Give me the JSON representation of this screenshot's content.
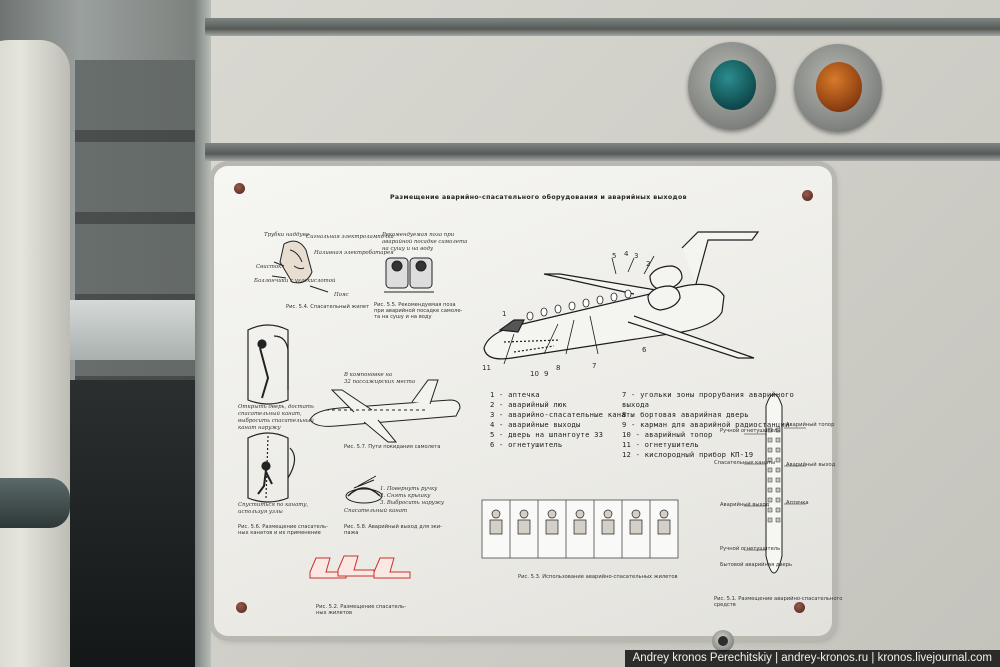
{
  "placard": {
    "title": "Размещение аварийно-спасательного оборудования и аварийных выходов",
    "legend_left": [
      "1 - аптечка",
      "2 - аварийный люк",
      "3 - аварийно-спасательные канаты",
      "4 - аварийные выходы",
      "5 - дверь на шпангоуте 33",
      "6 - огнетушитель"
    ],
    "legend_right": [
      "7 - угольки зоны прорубания аварийного",
      "      выхода",
      "8 - бортовая аварийная дверь",
      "9 - карман для аварийной радиостанции",
      "10 - аварийный топор",
      "11 - огнетушитель",
      "12 - кислородный прибор КП-19"
    ],
    "captions": {
      "fig54": "Рис. 5.4. Спасательный жилет",
      "fig55": [
        "Рис. 5.5. Рекомендуемая поза",
        "при аварийной посадке самоле-",
        "та на сушу и на воду"
      ],
      "fig56": [
        "Рис. 5.6. Размещение спасатель-",
        "ных канатов и их применение"
      ],
      "fig57": "Рис. 5.7. Пути покидания самолета",
      "fig58": [
        "Рис. 5.8. Аварийный выход для эки-",
        "пажа"
      ],
      "fig52": [
        "Рис. 5.2. Размещение спасатель-",
        "ных жилетов"
      ],
      "fig53": "Рис. 5.3. Использование аварийно-спасательных жилетов",
      "fig51": [
        "Рис. 5.1. Размещение аварийно-спасательного",
        "средств"
      ]
    },
    "notes": {
      "vest_tubes": "Трубки наддува",
      "vest_signal": "Сигнальная электролампочка",
      "vest_battery": "Наливная электробатарея",
      "vest_whistle": "Свисток",
      "vest_cylinders": "Баллончики с углекислотой",
      "vest_belts": "Пояс",
      "pose": [
        "Рекомендуемая поза при",
        "аварийной посадке самолета",
        "на сушу и на воду"
      ],
      "layout": [
        "В компоновке на",
        "32 пассажирских места"
      ],
      "door_steps": [
        "Открыть дверь, достать",
        "спасательный канат,",
        "выбросить спасательный",
        "канат наружу"
      ],
      "rope_steps": [
        "Спуститься по канату,",
        "используя узлы"
      ],
      "hatch_steps": [
        "1. Повернуть ручку",
        "2. Снять крышку",
        "3. Выбросить наружу"
      ],
      "hatch_label": "Спасательный канат"
    },
    "plan_labels": [
      "Ручной огнетушитель",
      "Аварийный топор",
      "Спасательные канаты",
      "Аварийный выход",
      "Аварийный выход",
      "Аптечка",
      "Ручной огнетушитель",
      "Бытовой аварийная дверь"
    ],
    "callout_numbers": [
      "1",
      "2",
      "3",
      "4",
      "5",
      "6",
      "7",
      "8",
      "9",
      "10",
      "11"
    ]
  },
  "watermark": "Andrey kronos Perechitskiy | andrey-kronos.ru | kronos.livejournal.com"
}
